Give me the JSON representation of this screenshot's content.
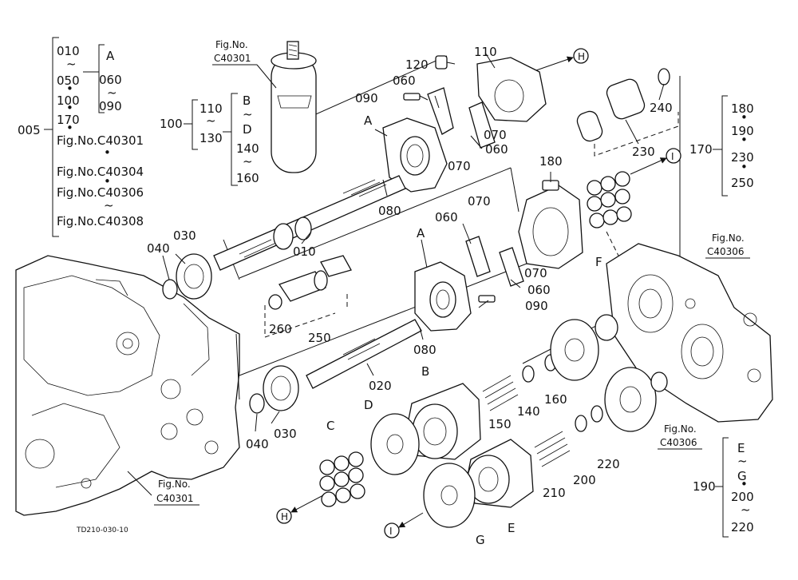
{
  "figure_code": "TD210-030-10",
  "groups": {
    "g005": {
      "ref": "005",
      "lines": [
        "010",
        "~",
        "050",
        "•",
        "100",
        "•",
        "170",
        "•",
        "Fig.No.C40301",
        "•",
        "Fig.No.C40304",
        "•",
        "Fig.No.C40306",
        "~",
        "Fig.No.C40308"
      ],
      "sub": [
        "A",
        "060",
        "~",
        "090"
      ]
    },
    "g100": {
      "ref": "100",
      "lines": [
        "110",
        "~",
        "130"
      ],
      "sub": [
        "B",
        "~",
        "D",
        "140",
        "~",
        "160"
      ]
    },
    "g170": {
      "ref": "170",
      "lines": [
        "180",
        "•",
        "190",
        "•",
        "230",
        "•",
        "250"
      ]
    },
    "g190": {
      "ref": "190",
      "lines": [
        "E",
        "~",
        "G",
        "•",
        "200",
        "~",
        "220"
      ]
    }
  },
  "fig_refs": {
    "top": [
      "Fig.No.",
      "C40301"
    ],
    "right": [
      "Fig.No.",
      "C40306"
    ],
    "mid": [
      "Fig.No.",
      "C40306"
    ],
    "bottom": [
      "Fig.No.",
      "C40301"
    ]
  },
  "callouts": {
    "p010": "010",
    "p020": "020",
    "p030a": "030",
    "p030b": "030",
    "p040a": "040",
    "p040b": "040",
    "p060a": "060",
    "p060b": "060",
    "p060c": "060",
    "p060d": "060",
    "p070a": "070",
    "p070b": "070",
    "p070c": "070",
    "p070d": "070",
    "p080a": "080",
    "p080b": "080",
    "p090a": "090",
    "p090b": "090",
    "p110": "110",
    "p120": "120",
    "p140": "140",
    "p150": "150",
    "p160": "160",
    "p180": "180",
    "p200": "200",
    "p210": "210",
    "p220": "220",
    "p230": "230",
    "p240": "240",
    "p250": "250",
    "p260": "260",
    "lA1": "A",
    "lA2": "A",
    "lB": "B",
    "lC": "C",
    "lD": "D",
    "lE": "E",
    "lF": "F",
    "lG": "G"
  },
  "arrow_markers": {
    "H": "H",
    "I": "I"
  }
}
